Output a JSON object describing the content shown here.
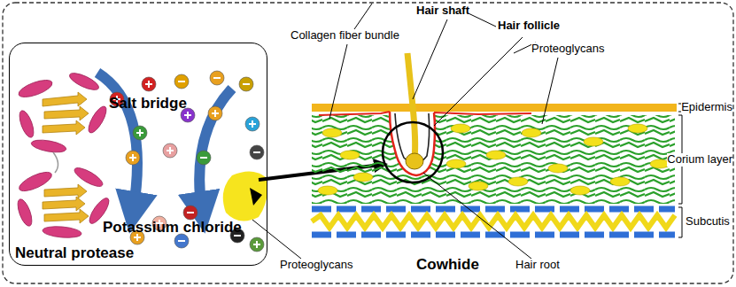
{
  "diagram": {
    "nodes": [
      {
        "text": [
          "Salt bridge",
          "Potassium chloride",
          "Neutral protease"
        ]
      }
    ],
    "labels": [
      "Collagen fiber bundle",
      "Hair shaft",
      "Hair follicle",
      "Proteoglycans",
      "Epidermis",
      "Corium layer",
      "Subcutis",
      "Proteoglycans",
      "Cowhide",
      "Hair root"
    ]
  }
}
